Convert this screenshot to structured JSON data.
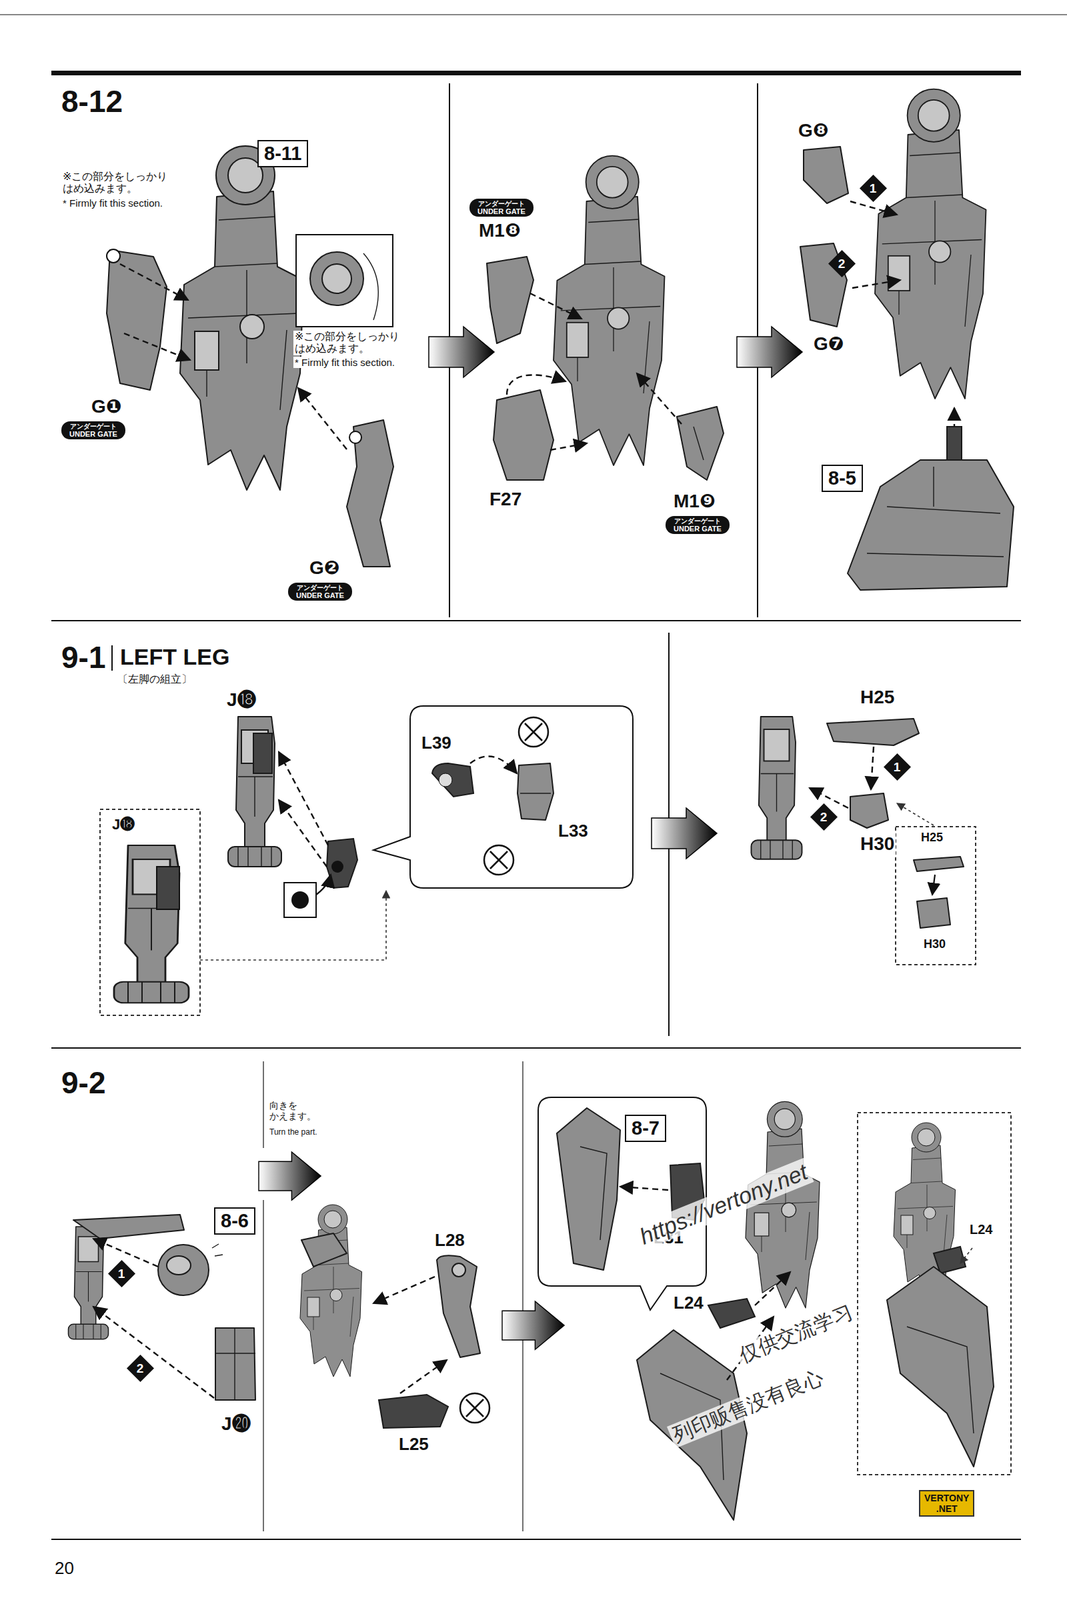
{
  "diagram": {
    "nodes": [
      {
        "text": [
          "8-11"
        ]
      },
      {
        "text": [
          "アンダーゲート",
          "UNDER GATE"
        ]
      },
      {
        "text": [
          "アンダーゲート",
          "UNDER GATE"
        ]
      },
      {
        "text": [
          "アンダーゲート",
          "UNDER GATE"
        ]
      },
      {
        "text": [
          "アンダーゲート",
          "UNDER GATE"
        ]
      },
      {
        "text": [
          "1"
        ]
      },
      {
        "text": [
          "2"
        ]
      },
      {
        "text": [
          "8-5"
        ]
      },
      {
        "text": [
          "J⓲"
        ]
      },
      {
        "text": [
          "1"
        ]
      },
      {
        "text": [
          "2"
        ]
      },
      {
        "text": [
          "H25",
          "H30"
        ]
      },
      {
        "text": [
          "1"
        ]
      },
      {
        "text": [
          "8-6"
        ]
      },
      {
        "text": [
          "2"
        ]
      },
      {
        "text": [
          "8-7"
        ]
      },
      {
        "text": [
          "L24"
        ]
      },
      {
        "text": [
          "VERTONY",
          ".NET"
        ]
      }
    ],
    "labels": [
      "8-12",
      "※この部分をしっかり はめ込みます。",
      "* Firmly fit this section.",
      "※この部分をしっかり はめ込みます。",
      "* Firmly fit this section.",
      "G❶",
      "G❷",
      "M1❽",
      "F27",
      "M1❾",
      "G❽",
      "G❼",
      "9-1",
      "LEFT LEG",
      "〔左脚の組立〕",
      "J⓲",
      "L39",
      "L33",
      "H25",
      "H30",
      "9-2",
      "向きを かえます。",
      "Turn the part.",
      "J⓴",
      "L28",
      "L25",
      "L31",
      "L24",
      "https://vertony.net",
      "仅供交流学习",
      "列印贩售没有良心",
      "20"
    ]
  }
}
